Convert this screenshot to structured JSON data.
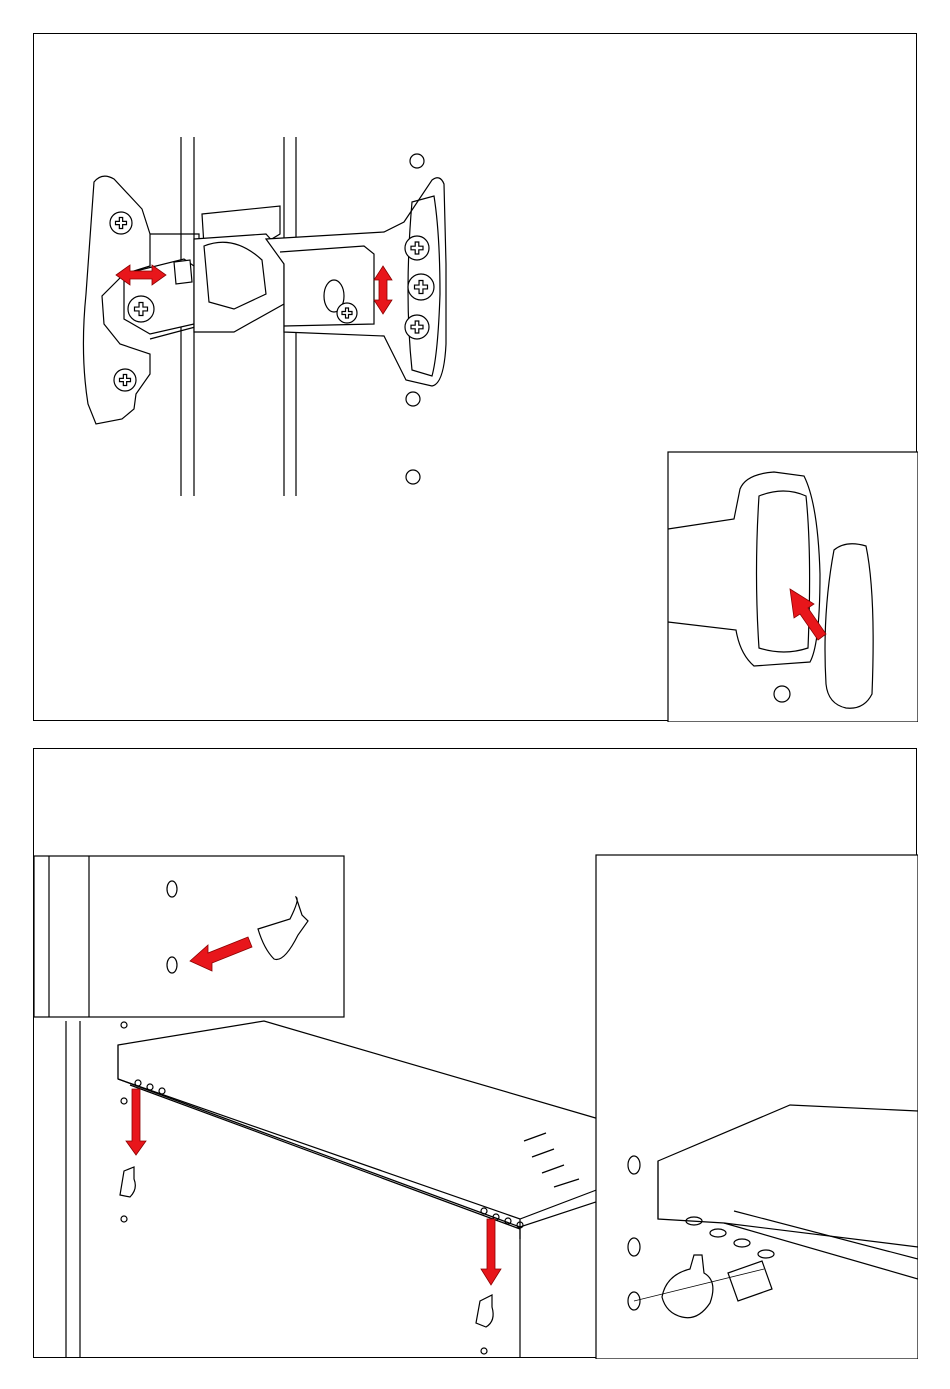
{
  "document": {
    "figures": [
      {
        "name": "door-hinge-adjustment",
        "inset": "hinge-screw-detail"
      },
      {
        "name": "shelf-support-installation",
        "insets": [
          "shelf-peg-insertion",
          "shelf-peg-locking-screw-detail"
        ]
      }
    ]
  },
  "colors": {
    "arrow": "#e8161b",
    "line": "#000000",
    "background": "#ffffff"
  },
  "icons": [
    "phillips-screw-icon",
    "double-arrow-icon",
    "arrow-icon",
    "shelf-peg-icon",
    "mounting-hole-icon"
  ]
}
